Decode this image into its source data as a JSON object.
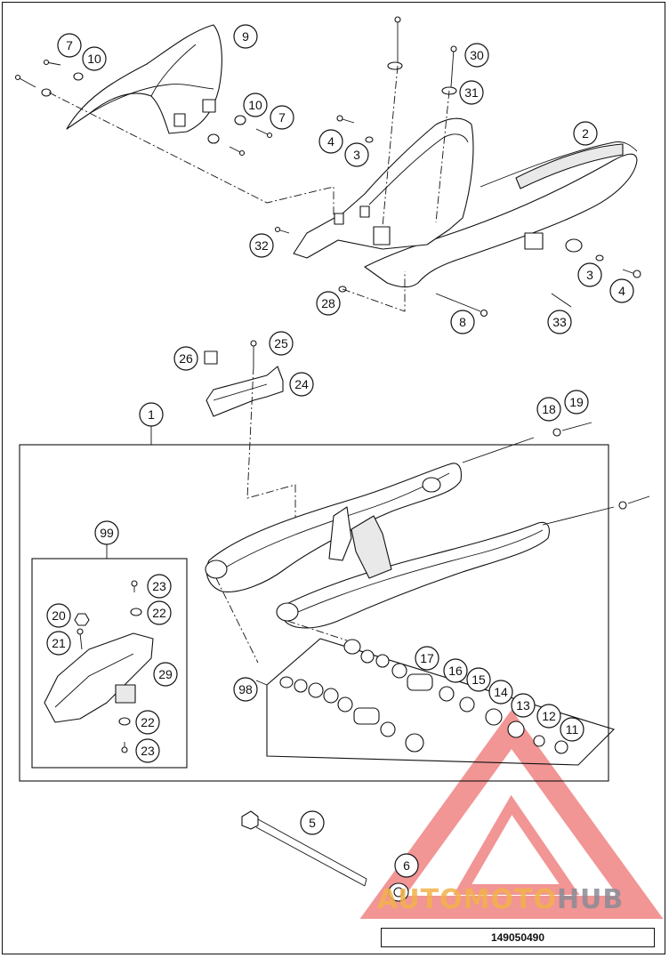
{
  "diagram": {
    "document_number": "149050490",
    "watermark": {
      "text_part1": "AUTOMOTO",
      "text_part2": "HUB",
      "color_primary": "#e84040",
      "color_secondary": "#f2b24a",
      "color_tertiary": "#8b8b96"
    },
    "callouts": [
      {
        "label": "7"
      },
      {
        "label": "10"
      },
      {
        "label": "9"
      },
      {
        "label": "10"
      },
      {
        "label": "7"
      },
      {
        "label": "4"
      },
      {
        "label": "3"
      },
      {
        "label": "30"
      },
      {
        "label": "31"
      },
      {
        "label": "2"
      },
      {
        "label": "32"
      },
      {
        "label": "3"
      },
      {
        "label": "4"
      },
      {
        "label": "28"
      },
      {
        "label": "8"
      },
      {
        "label": "33"
      },
      {
        "label": "26"
      },
      {
        "label": "25"
      },
      {
        "label": "24"
      },
      {
        "label": "1"
      },
      {
        "label": "18"
      },
      {
        "label": "19"
      },
      {
        "label": "99"
      },
      {
        "label": "23"
      },
      {
        "label": "20"
      },
      {
        "label": "22"
      },
      {
        "label": "21"
      },
      {
        "label": "29"
      },
      {
        "label": "22"
      },
      {
        "label": "23"
      },
      {
        "label": "98"
      },
      {
        "label": "17"
      },
      {
        "label": "16"
      },
      {
        "label": "15"
      },
      {
        "label": "14"
      },
      {
        "label": "13"
      },
      {
        "label": "12"
      },
      {
        "label": "11"
      },
      {
        "label": "5"
      },
      {
        "label": "6"
      }
    ]
  }
}
